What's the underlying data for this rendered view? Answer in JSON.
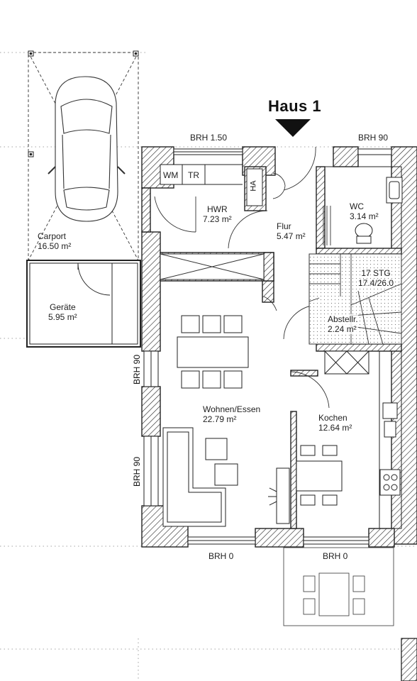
{
  "plan": {
    "title": "Haus 1",
    "rooms": [
      {
        "id": "carport",
        "name": "Carport",
        "area": "16.50 m²"
      },
      {
        "id": "geraete",
        "name": "Geräte",
        "area": "5.95 m²"
      },
      {
        "id": "hwr",
        "name": "HWR",
        "area": "7.23 m²"
      },
      {
        "id": "flur",
        "name": "Flur",
        "area": "5.47 m²"
      },
      {
        "id": "wc",
        "name": "WC",
        "area": "3.14 m²"
      },
      {
        "id": "stg",
        "name": "17 STG",
        "area": "17.4/26.0"
      },
      {
        "id": "abstellr",
        "name": "Abstellr.",
        "area": "2.24 m²"
      },
      {
        "id": "wohnen",
        "name": "Wohnen/Essen",
        "area": "22.79 m²"
      },
      {
        "id": "kochen",
        "name": "Kochen",
        "area": "12.64 m²"
      }
    ],
    "window_labels": {
      "top_left": "BRH 1.50",
      "top_right": "BRH 90",
      "left_upper": "BRH 90",
      "left_lower": "BRH 90",
      "bottom_left": "BRH 0",
      "bottom_right": "BRH 0"
    },
    "fixture_labels": {
      "wm": "WM",
      "tr": "TR",
      "ha": "HA"
    }
  }
}
